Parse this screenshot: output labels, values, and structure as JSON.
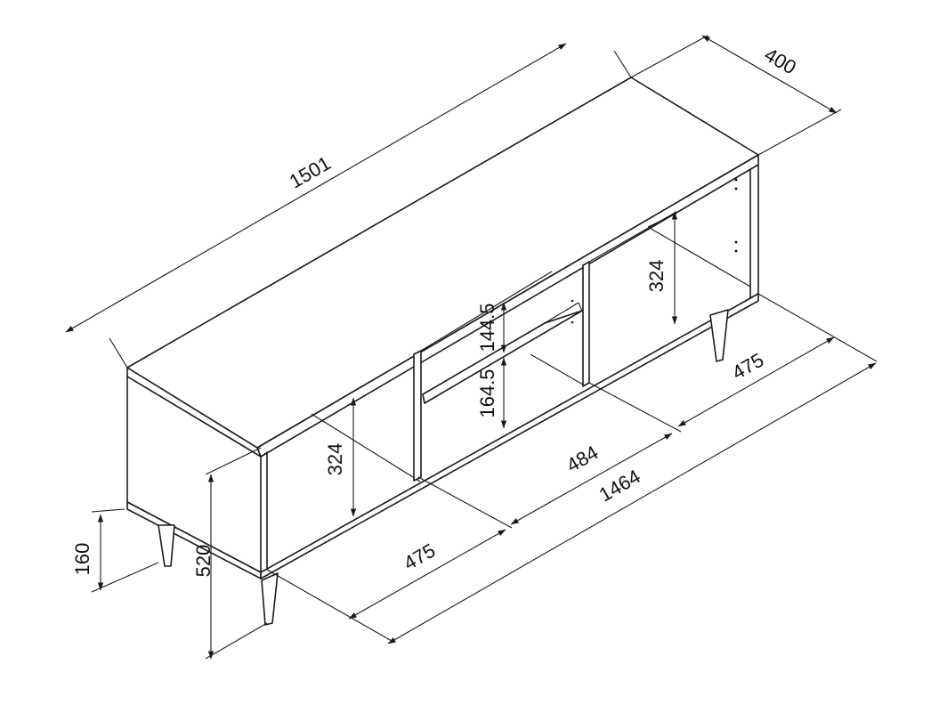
{
  "dimensions": {
    "overall_width": "1501",
    "depth": "400",
    "inner_width": "1464",
    "left_compartment_width": "475",
    "middle_compartment_width": "484",
    "right_compartment_width": "475",
    "left_compartment_height": "324",
    "right_compartment_height": "324",
    "upper_shelf_gap": "144.5",
    "lower_shelf_gap": "164.5",
    "leg_height": "160",
    "total_height": "520"
  },
  "colors": {
    "line": "#1a1a1a",
    "background": "#ffffff"
  }
}
